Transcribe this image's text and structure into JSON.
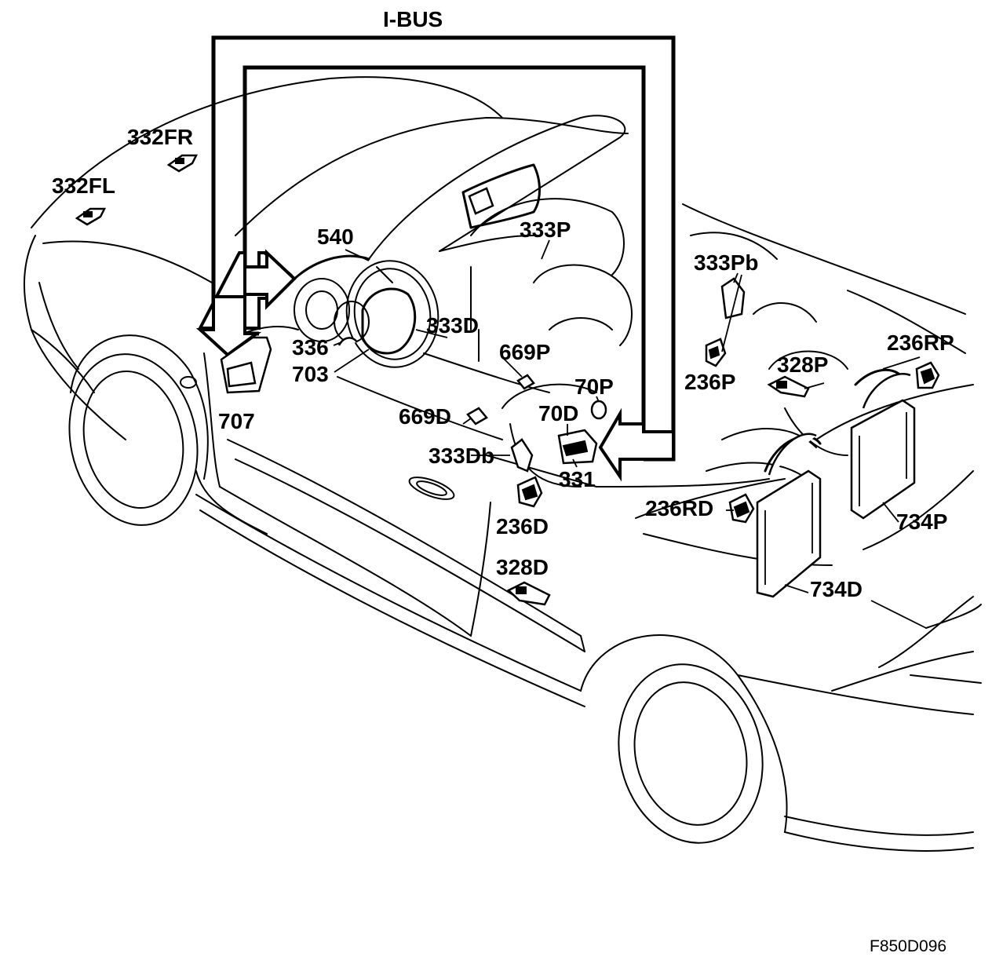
{
  "diagram": {
    "bus_label": "I-BUS",
    "figure_code": "F850D096",
    "components": {
      "c332FR": "332FR",
      "c332FL": "332FL",
      "c540": "540",
      "c333P": "333P",
      "c333Pb": "333Pb",
      "c336": "336",
      "c703": "703",
      "c333D": "333D",
      "c669P": "669P",
      "c236RP": "236RP",
      "c328P": "328P",
      "c236P": "236P",
      "c70P": "70P",
      "c70D": "70D",
      "c707": "707",
      "c669D": "669D",
      "c333Db": "333Db",
      "c331": "331",
      "c236RD": "236RD",
      "c236D": "236D",
      "c734P": "734P",
      "c328D": "328D",
      "c734D": "734D"
    }
  }
}
